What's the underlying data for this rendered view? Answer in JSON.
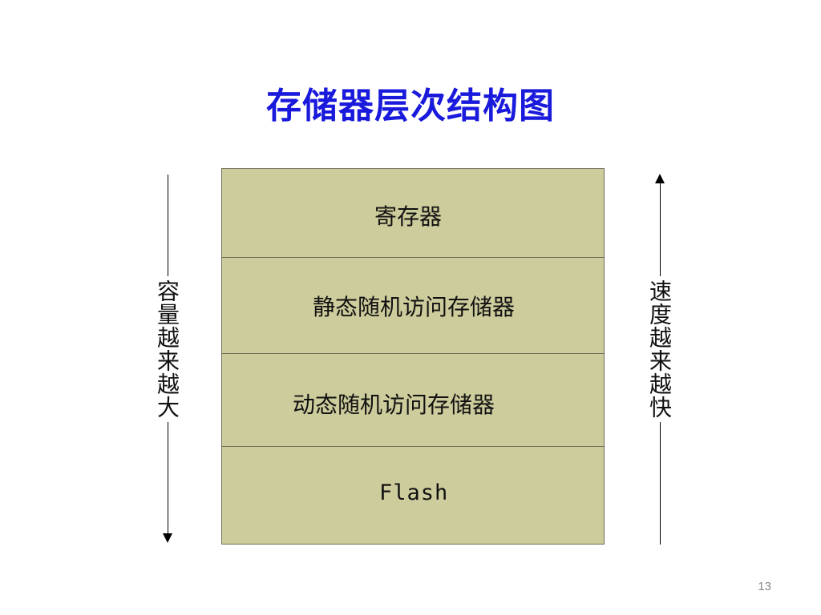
{
  "slide": {
    "title": "存储器层次结构图",
    "page_number": "13"
  },
  "layers": [
    {
      "label": "寄存器"
    },
    {
      "label": "静态随机访问存储器"
    },
    {
      "label": "动态随机访问存储器"
    },
    {
      "label": "Flash"
    }
  ],
  "left_axis": {
    "label": "容量越来越大",
    "direction": "down"
  },
  "right_axis": {
    "label": "速度越来越快",
    "direction": "up"
  },
  "colors": {
    "title": "#1a1adc",
    "layer_fill": "#cccc9c",
    "layer_border": "#6f6f5a"
  }
}
